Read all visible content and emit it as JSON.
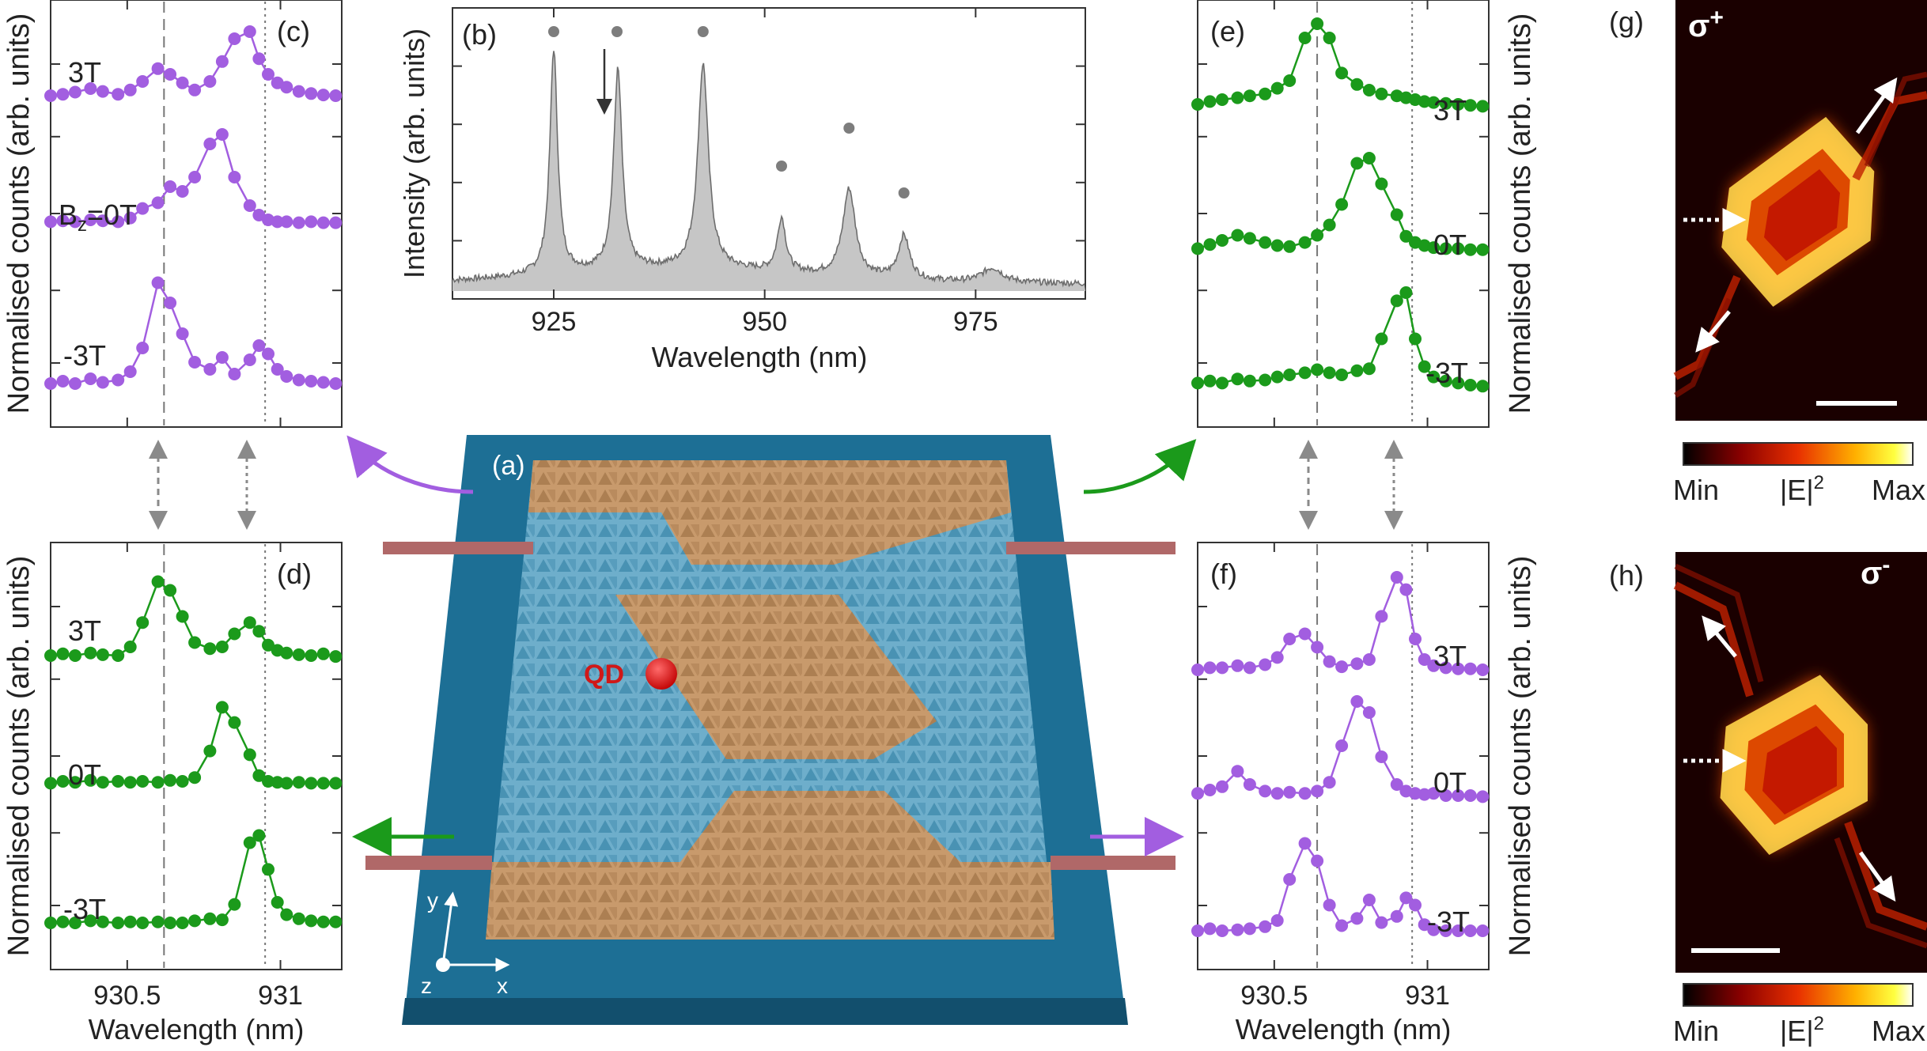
{
  "panels": {
    "a": {
      "label": "(a)",
      "qd_label": "QD",
      "axes": {
        "y": "y",
        "x": "x",
        "z": "z"
      }
    },
    "b": {
      "label": "(b)",
      "ylabel": "Intensity (arb. units)",
      "xlabel": "Wavelength (nm)",
      "xticks": [
        "925",
        "950",
        "975"
      ]
    },
    "c": {
      "label": "(c)",
      "traces": [
        "3T",
        "B",
        "-3T"
      ],
      "bz_sub": "z",
      "bz_suffix": "=0T"
    },
    "d": {
      "label": "(d)",
      "traces": [
        "3T",
        "0T",
        "-3T"
      ]
    },
    "e": {
      "label": "(e)",
      "traces": [
        "3T",
        "0T",
        "-3T"
      ]
    },
    "f": {
      "label": "(f)",
      "traces": [
        "3T",
        "0T",
        "-3T"
      ]
    },
    "g": {
      "label": "(g)",
      "sigma": "σ",
      "sigma_sign": "+",
      "colorbar": {
        "min": "Min",
        "mid": "|E|",
        "mid_sup": "2",
        "max": "Max"
      }
    },
    "h": {
      "label": "(h)",
      "sigma": "σ",
      "sigma_sign": "-",
      "colorbar": {
        "min": "Min",
        "mid": "|E|",
        "mid_sup": "2",
        "max": "Max"
      }
    }
  },
  "axis_text": {
    "counts_ylabel": "Normalised counts (arb. units)",
    "wavelength_xlabel": "Wavelength (nm)",
    "zoom_xticks": [
      "930.5",
      "931"
    ]
  },
  "colors": {
    "purple": "#a25ee0",
    "green": "#1b9a1b",
    "spectrum_fill": "#c6c6c6",
    "spectrum_line": "#6d6d6d",
    "slab_blue": "#1d6f95",
    "crystal_blue": "#6eaecb",
    "crystal_tan": "#c89a6c",
    "waveguide": "#b06868"
  },
  "chart_data": [
    {
      "type": "area",
      "panel": "b",
      "xlabel": "Wavelength (nm)",
      "ylabel": "Intensity (arb. units)",
      "xlim": [
        913,
        988
      ],
      "ylim": [
        0,
        1
      ],
      "xticks": [
        925,
        950,
        975
      ],
      "peaks_marked_wavelength_nm": [
        925.0,
        932.5,
        942.7,
        952.0,
        960.0,
        966.5
      ],
      "arrow_at_nm": 931.0
    },
    {
      "type": "line",
      "panel": "c",
      "xlim": [
        930.25,
        931.2
      ],
      "xticks": [
        930.5,
        931
      ],
      "guides_nm": [
        930.62,
        930.95
      ],
      "series": [
        {
          "name": "3T",
          "x": [
            930.25,
            930.29,
            930.33,
            930.38,
            930.42,
            930.47,
            930.51,
            930.55,
            930.6,
            930.64,
            930.68,
            930.72,
            930.77,
            930.81,
            930.85,
            930.9,
            930.93,
            930.96,
            930.99,
            931.02,
            931.06,
            931.1,
            931.14,
            931.18
          ],
          "y": [
            0.1,
            0.12,
            0.15,
            0.2,
            0.16,
            0.12,
            0.18,
            0.3,
            0.48,
            0.4,
            0.28,
            0.18,
            0.3,
            0.58,
            0.9,
            1.0,
            0.62,
            0.4,
            0.28,
            0.22,
            0.16,
            0.13,
            0.11,
            0.1
          ]
        },
        {
          "name": "0T",
          "x": [
            930.25,
            930.29,
            930.33,
            930.38,
            930.42,
            930.47,
            930.51,
            930.55,
            930.6,
            930.64,
            930.68,
            930.72,
            930.77,
            930.81,
            930.85,
            930.9,
            930.93,
            930.96,
            930.99,
            931.02,
            931.06,
            931.1,
            931.14,
            931.18
          ],
          "y": [
            0.08,
            0.09,
            0.08,
            0.1,
            0.09,
            0.08,
            0.12,
            0.22,
            0.28,
            0.45,
            0.4,
            0.55,
            0.9,
            1.0,
            0.55,
            0.25,
            0.15,
            0.1,
            0.08,
            0.08,
            0.07,
            0.08,
            0.07,
            0.07
          ]
        },
        {
          "name": "-3T",
          "x": [
            930.25,
            930.29,
            930.33,
            930.38,
            930.42,
            930.47,
            930.51,
            930.55,
            930.6,
            930.64,
            930.68,
            930.72,
            930.77,
            930.81,
            930.85,
            930.9,
            930.93,
            930.96,
            930.99,
            931.02,
            931.06,
            931.1,
            931.14,
            931.18
          ],
          "y": [
            0.1,
            0.12,
            0.1,
            0.14,
            0.11,
            0.13,
            0.2,
            0.4,
            0.95,
            0.78,
            0.52,
            0.28,
            0.22,
            0.32,
            0.18,
            0.3,
            0.42,
            0.35,
            0.22,
            0.16,
            0.13,
            0.12,
            0.11,
            0.1
          ]
        }
      ]
    },
    {
      "type": "line",
      "panel": "d",
      "xlim": [
        930.25,
        931.2
      ],
      "xticks": [
        930.5,
        931
      ],
      "guides_nm": [
        930.62,
        930.95
      ],
      "series": [
        {
          "name": "3T",
          "x": [
            930.25,
            930.29,
            930.33,
            930.38,
            930.42,
            930.47,
            930.51,
            930.55,
            930.6,
            930.64,
            930.68,
            930.72,
            930.77,
            930.81,
            930.85,
            930.9,
            930.93,
            930.96,
            930.99,
            931.02,
            931.06,
            931.1,
            931.14,
            931.18
          ],
          "y": [
            0.1,
            0.12,
            0.1,
            0.13,
            0.11,
            0.1,
            0.2,
            0.48,
            0.95,
            0.85,
            0.55,
            0.25,
            0.18,
            0.2,
            0.35,
            0.48,
            0.38,
            0.22,
            0.16,
            0.13,
            0.11,
            0.1,
            0.12,
            0.09
          ]
        },
        {
          "name": "0T",
          "x": [
            930.25,
            930.29,
            930.33,
            930.38,
            930.42,
            930.47,
            930.51,
            930.55,
            930.6,
            930.64,
            930.68,
            930.72,
            930.77,
            930.81,
            930.85,
            930.9,
            930.93,
            930.96,
            930.99,
            931.02,
            931.06,
            931.1,
            931.14,
            931.18
          ],
          "y": [
            0.08,
            0.1,
            0.09,
            0.11,
            0.09,
            0.1,
            0.09,
            0.1,
            0.09,
            0.11,
            0.1,
            0.14,
            0.42,
            0.88,
            0.72,
            0.38,
            0.16,
            0.1,
            0.09,
            0.08,
            0.09,
            0.08,
            0.08,
            0.08
          ]
        },
        {
          "name": "-3T",
          "x": [
            930.25,
            930.29,
            930.33,
            930.38,
            930.42,
            930.47,
            930.51,
            930.55,
            930.6,
            930.64,
            930.68,
            930.72,
            930.77,
            930.81,
            930.85,
            930.9,
            930.93,
            930.96,
            930.99,
            931.02,
            931.06,
            931.1,
            931.14,
            931.18
          ],
          "y": [
            0.1,
            0.11,
            0.1,
            0.12,
            0.11,
            0.1,
            0.11,
            0.1,
            0.11,
            0.1,
            0.1,
            0.12,
            0.14,
            0.13,
            0.28,
            0.88,
            0.95,
            0.62,
            0.3,
            0.18,
            0.14,
            0.12,
            0.11,
            0.11
          ]
        }
      ]
    },
    {
      "type": "line",
      "panel": "e",
      "xlim": [
        930.25,
        931.2
      ],
      "xticks": [
        930.5,
        931
      ],
      "guides_nm": [
        930.64,
        930.95
      ],
      "series": [
        {
          "name": "3T",
          "x": [
            930.25,
            930.29,
            930.33,
            930.38,
            930.42,
            930.47,
            930.51,
            930.55,
            930.6,
            930.64,
            930.68,
            930.72,
            930.77,
            930.81,
            930.85,
            930.9,
            930.93,
            930.96,
            930.99,
            931.02,
            931.06,
            931.1,
            931.14,
            931.18
          ],
          "y": [
            0.15,
            0.18,
            0.2,
            0.22,
            0.24,
            0.26,
            0.32,
            0.4,
            0.85,
            1.0,
            0.85,
            0.48,
            0.36,
            0.3,
            0.26,
            0.24,
            0.22,
            0.2,
            0.18,
            0.17,
            0.16,
            0.15,
            0.14,
            0.13
          ]
        },
        {
          "name": "0T",
          "x": [
            930.25,
            930.29,
            930.33,
            930.38,
            930.42,
            930.47,
            930.51,
            930.55,
            930.6,
            930.64,
            930.68,
            930.72,
            930.77,
            930.81,
            930.85,
            930.9,
            930.93,
            930.96,
            930.99,
            931.02,
            931.06,
            931.1,
            931.14,
            931.18
          ],
          "y": [
            0.12,
            0.16,
            0.2,
            0.25,
            0.22,
            0.18,
            0.15,
            0.14,
            0.18,
            0.25,
            0.35,
            0.55,
            0.95,
            1.0,
            0.75,
            0.45,
            0.24,
            0.18,
            0.15,
            0.13,
            0.12,
            0.12,
            0.11,
            0.11
          ]
        },
        {
          "name": "-3T",
          "x": [
            930.25,
            930.29,
            930.33,
            930.38,
            930.42,
            930.47,
            930.51,
            930.55,
            930.6,
            930.64,
            930.68,
            930.72,
            930.77,
            930.81,
            930.85,
            930.9,
            930.93,
            930.96,
            930.99,
            931.02,
            931.06,
            931.1,
            931.14,
            931.18
          ],
          "y": [
            0.12,
            0.14,
            0.12,
            0.16,
            0.14,
            0.15,
            0.18,
            0.2,
            0.22,
            0.25,
            0.22,
            0.2,
            0.24,
            0.26,
            0.55,
            0.92,
            1.0,
            0.55,
            0.28,
            0.18,
            0.14,
            0.12,
            0.1,
            0.09
          ]
        }
      ]
    },
    {
      "type": "line",
      "panel": "f",
      "xlim": [
        930.25,
        931.2
      ],
      "xticks": [
        930.5,
        931
      ],
      "guides_nm": [
        930.64,
        930.95
      ],
      "series": [
        {
          "name": "3T",
          "x": [
            930.25,
            930.29,
            930.33,
            930.38,
            930.42,
            930.47,
            930.51,
            930.55,
            930.6,
            930.64,
            930.68,
            930.72,
            930.77,
            930.81,
            930.85,
            930.9,
            930.93,
            930.96,
            930.99,
            931.02,
            931.06,
            931.1,
            931.14,
            931.18
          ],
          "y": [
            0.1,
            0.12,
            0.12,
            0.14,
            0.12,
            0.15,
            0.22,
            0.4,
            0.45,
            0.32,
            0.18,
            0.13,
            0.16,
            0.2,
            0.62,
            1.0,
            0.88,
            0.4,
            0.2,
            0.14,
            0.12,
            0.11,
            0.11,
            0.1
          ]
        },
        {
          "name": "0T",
          "x": [
            930.25,
            930.29,
            930.33,
            930.38,
            930.42,
            930.47,
            930.51,
            930.55,
            930.6,
            930.64,
            930.68,
            930.72,
            930.77,
            930.81,
            930.85,
            930.9,
            930.93,
            930.96,
            930.99,
            931.02,
            931.06,
            931.1,
            931.14,
            931.18
          ],
          "y": [
            0.12,
            0.15,
            0.18,
            0.32,
            0.2,
            0.14,
            0.12,
            0.13,
            0.12,
            0.14,
            0.22,
            0.55,
            0.95,
            0.85,
            0.45,
            0.2,
            0.14,
            0.12,
            0.11,
            0.12,
            0.1,
            0.1,
            0.1,
            0.09
          ]
        },
        {
          "name": "-3T",
          "x": [
            930.25,
            930.29,
            930.33,
            930.38,
            930.42,
            930.47,
            930.51,
            930.55,
            930.6,
            930.64,
            930.68,
            930.72,
            930.77,
            930.81,
            930.85,
            930.9,
            930.93,
            930.96,
            930.99,
            931.02,
            931.06,
            931.1,
            931.14,
            931.18
          ],
          "y": [
            0.1,
            0.12,
            0.1,
            0.11,
            0.12,
            0.14,
            0.2,
            0.6,
            0.95,
            0.78,
            0.35,
            0.15,
            0.22,
            0.4,
            0.18,
            0.24,
            0.42,
            0.35,
            0.16,
            0.11,
            0.1,
            0.1,
            0.1,
            0.1
          ]
        }
      ]
    }
  ]
}
